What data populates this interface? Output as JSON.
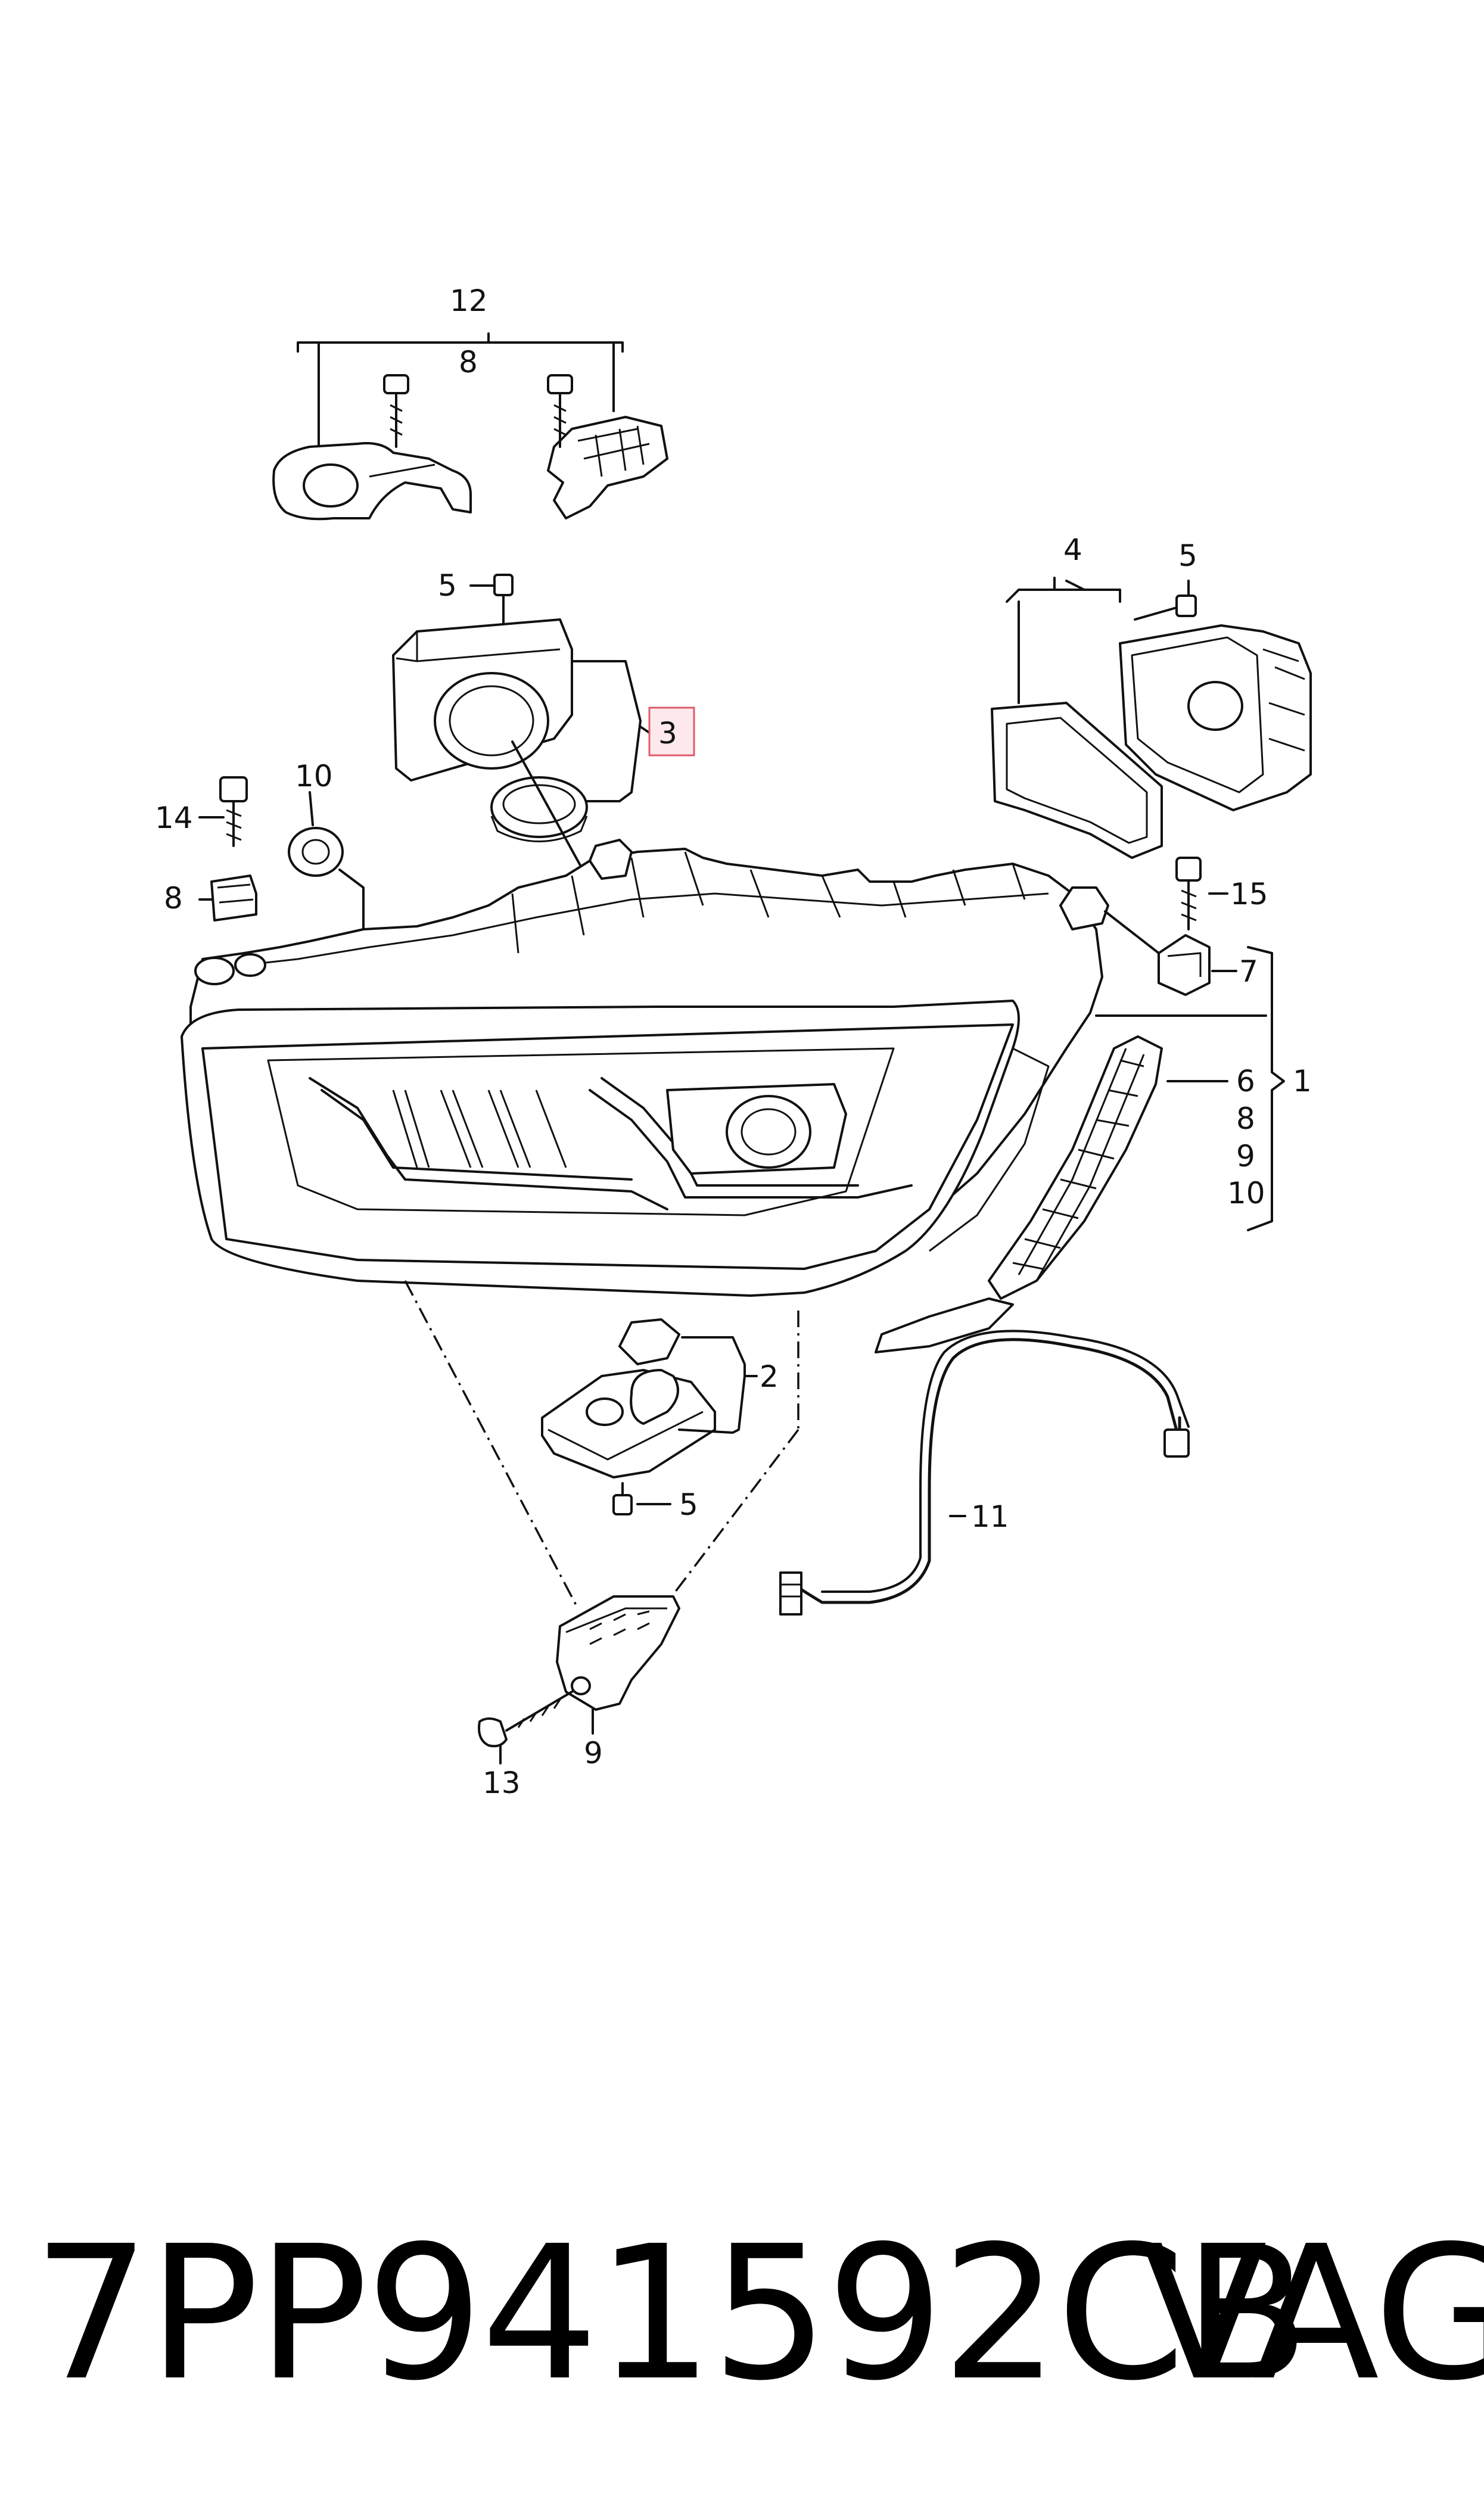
{
  "footer": {
    "part_number": "7PP941592CB",
    "brand": "VAG"
  },
  "callouts": {
    "c12": "12",
    "c8_top": "8",
    "c5_a": "5",
    "c3": "3",
    "c4": "4",
    "c5_b": "5",
    "c14": "14",
    "c10": "10",
    "c8_left": "8",
    "c15": "15",
    "c7": "7",
    "c6": "6",
    "c8_right": "8",
    "c9_right": "9",
    "c10_right": "10",
    "c1": "1",
    "c2": "2",
    "c5_c": "5",
    "c11": "11",
    "c13": "13",
    "c9_bottom": "9"
  },
  "highlight": {
    "callout": "3",
    "color": "#e05a6d",
    "fill": "#fde9ec"
  }
}
